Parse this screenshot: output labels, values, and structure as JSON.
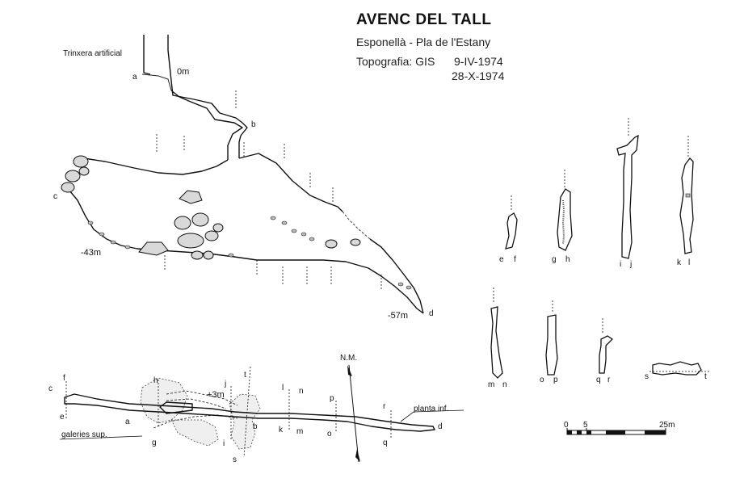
{
  "header": {
    "title": "AVENC DEL TALL",
    "subtitle": "Esponellà - Pla de l'Estany",
    "survey_label": "Topografia: GIS",
    "date_1": "9-IV-1974",
    "date_2": "28-X-1974"
  },
  "profile": {
    "entrance_label": "Trinxera artificial",
    "depth_0": "0m",
    "depth_43": "-43m",
    "depth_57": "-57m",
    "points": [
      "a",
      "b",
      "c",
      "d"
    ]
  },
  "sections": {
    "pairs": [
      "e",
      "f",
      "g",
      "h",
      "i",
      "j",
      "k",
      "l",
      "m",
      "n",
      "o",
      "p",
      "q",
      "r",
      "s",
      "t"
    ]
  },
  "plan": {
    "upper_label": "+3m",
    "galleries_label": "galeries sup.",
    "lower_label": "planta inf.",
    "north_label": "N.M.",
    "letters": [
      "c",
      "e",
      "f",
      "a",
      "g",
      "h",
      "i",
      "j",
      "s",
      "t",
      "b",
      "k",
      "l",
      "n",
      "m",
      "o",
      "p",
      "q",
      "r",
      "d"
    ]
  },
  "scale": {
    "tick_0": "0",
    "tick_5": "5",
    "tick_25": "25m"
  }
}
